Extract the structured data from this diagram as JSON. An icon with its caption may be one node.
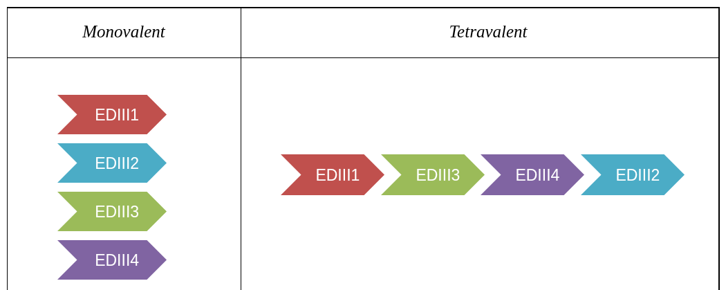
{
  "diagram": {
    "nodes": [
      {
        "text": [
          "EDIII1"
        ]
      },
      {
        "text": [
          "EDIII2"
        ]
      },
      {
        "text": [
          "EDIII3"
        ]
      },
      {
        "text": [
          "EDIII4"
        ]
      },
      {
        "text": [
          "EDIII1"
        ]
      },
      {
        "text": [
          "EDIII3"
        ]
      },
      {
        "text": [
          "EDIII4"
        ]
      },
      {
        "text": [
          "EDIII2"
        ]
      }
    ],
    "edges": [],
    "labels": [
      "Monovalent",
      "Tetravalent"
    ]
  }
}
